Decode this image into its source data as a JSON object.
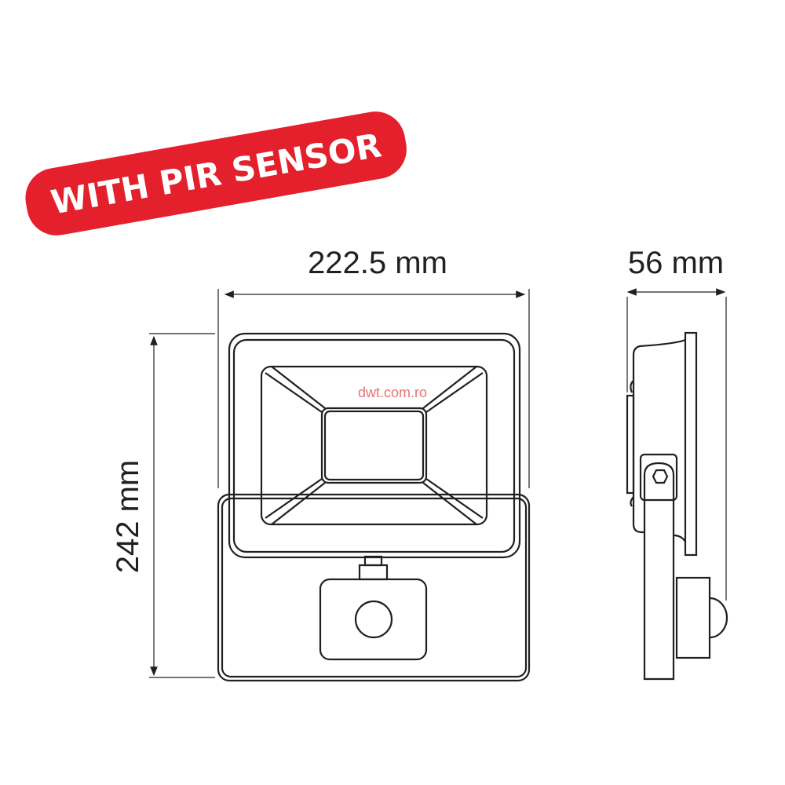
{
  "banner": {
    "text": "WITH PIR SENSOR",
    "color": "#e3202b"
  },
  "dimensions": {
    "width": "222.5 mm",
    "height": "242 mm",
    "depth": "56 mm"
  },
  "watermark": {
    "text": "dwt.com.ro",
    "color": "#e8737a"
  }
}
